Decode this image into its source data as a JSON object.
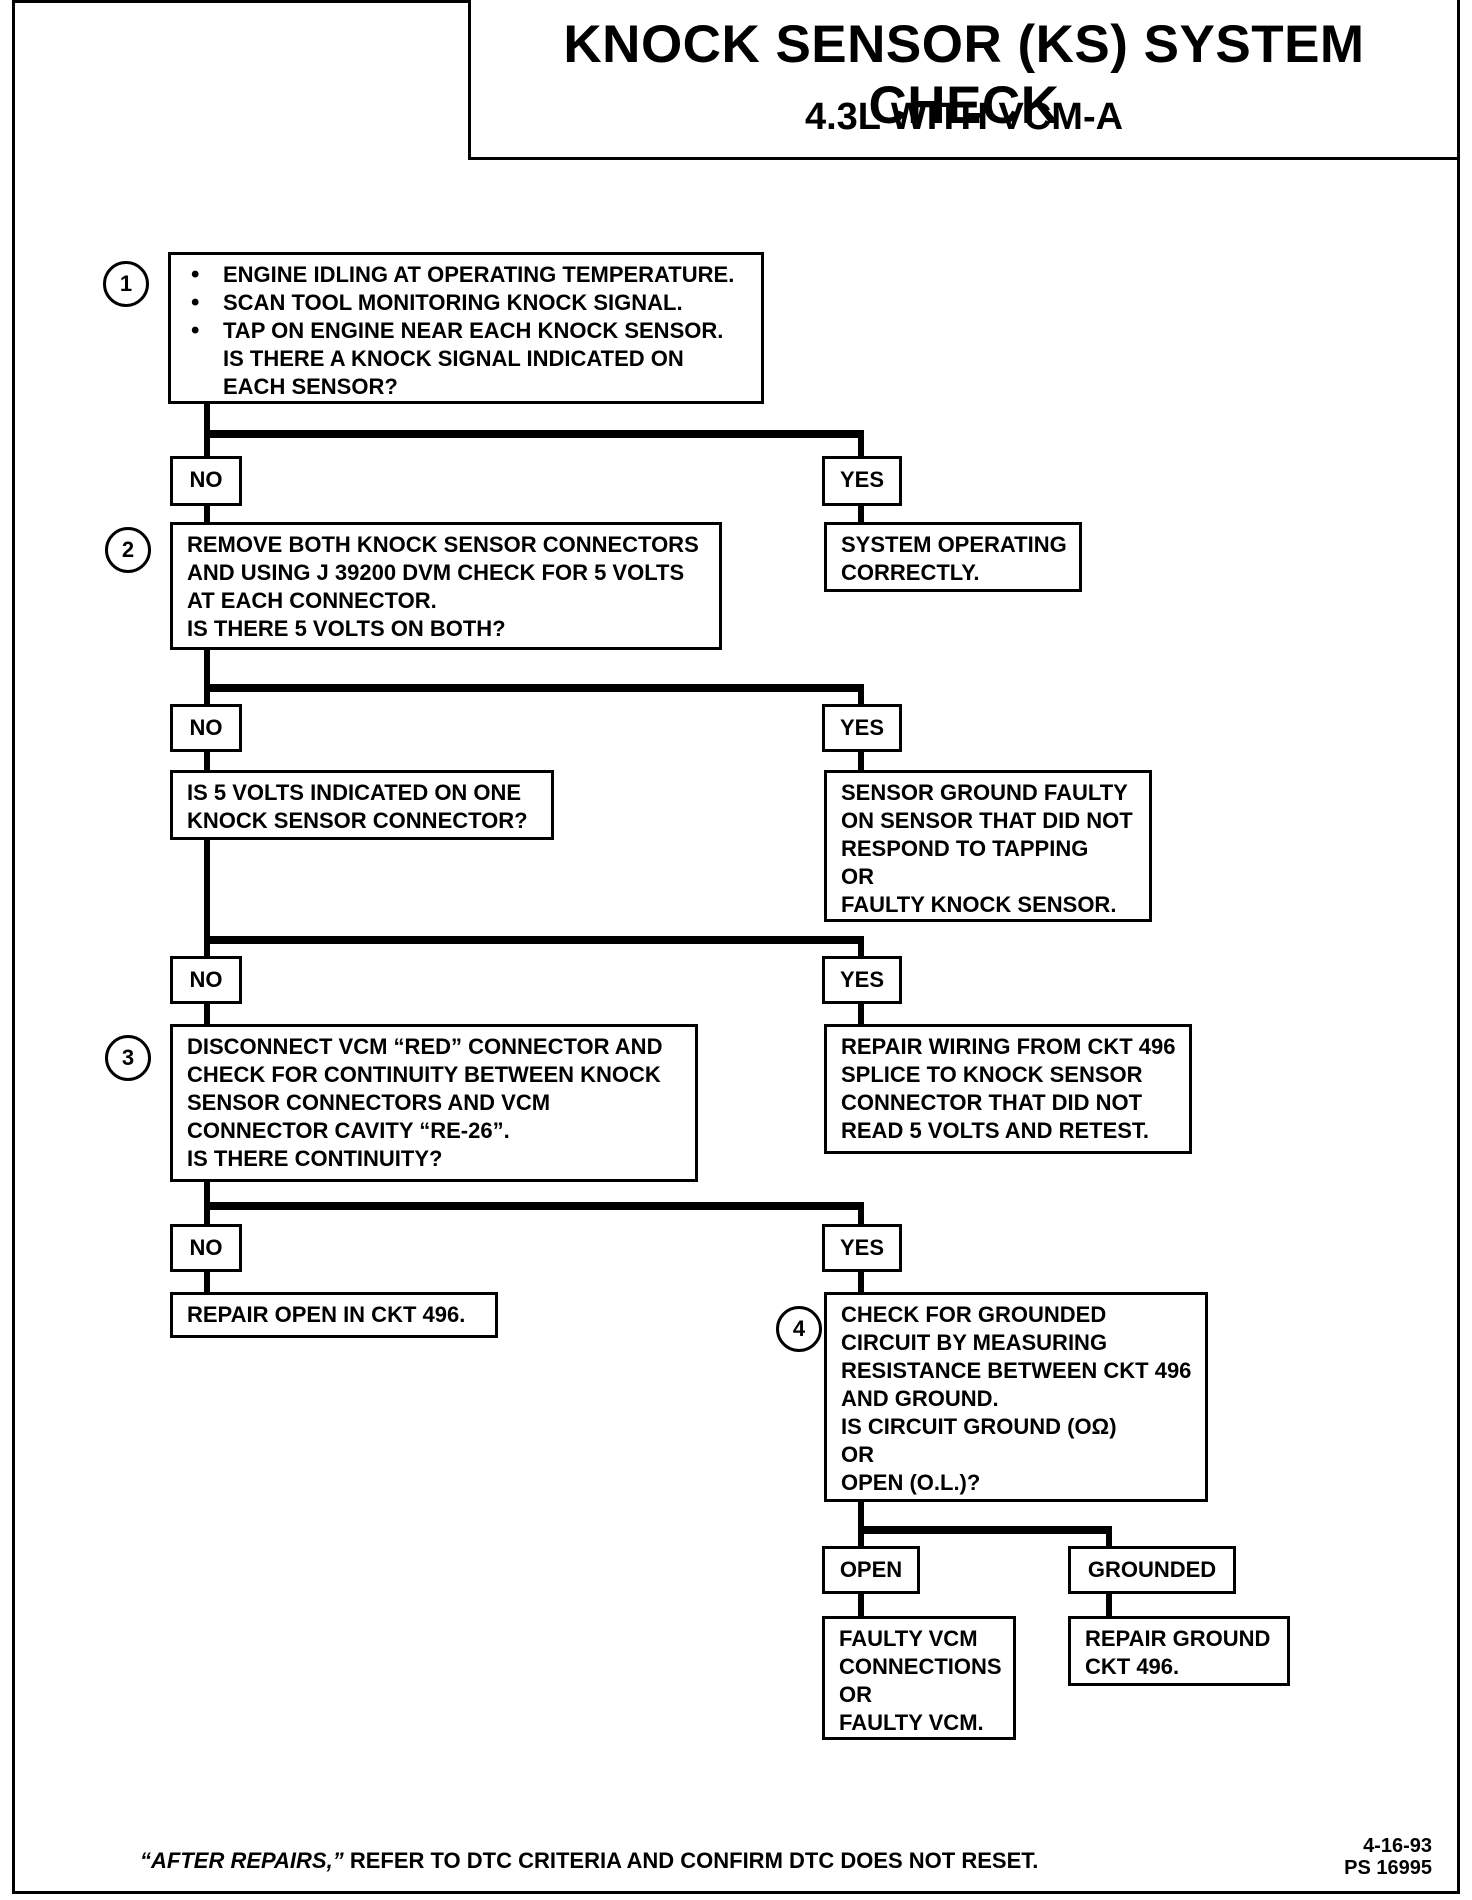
{
  "header": {
    "title": "KNOCK SENSOR (KS) SYSTEM CHECK",
    "subtitle": "4.3L WITH VCM-A"
  },
  "steps": {
    "s1": "1",
    "s2": "2",
    "s3": "3",
    "s4": "4"
  },
  "box1": {
    "bullets": [
      "ENGINE IDLING AT OPERATING TEMPERATURE.",
      "SCAN TOOL MONITORING KNOCK SIGNAL.",
      "TAP ON ENGINE NEAR EACH KNOCK SENSOR."
    ],
    "question": [
      "IS THERE A KNOCK SIGNAL INDICATED ON",
      "EACH SENSOR?"
    ]
  },
  "labels": {
    "no": "NO",
    "yes": "YES",
    "open": "OPEN",
    "grounded": "GROUNDED"
  },
  "box2": [
    "REMOVE BOTH KNOCK SENSOR CONNECTORS",
    "AND USING J 39200 DVM CHECK FOR 5 VOLTS",
    "AT EACH CONNECTOR.",
    "IS THERE 5 VOLTS ON BOTH?"
  ],
  "box_ok": [
    "SYSTEM OPERATING",
    "CORRECTLY."
  ],
  "box_one": [
    "IS 5 VOLTS INDICATED ON ONE",
    "KNOCK SENSOR CONNECTOR?"
  ],
  "box_ground": [
    "SENSOR GROUND FAULTY",
    "ON SENSOR THAT DID NOT",
    "RESPOND TO TAPPING",
    "OR",
    "FAULTY KNOCK SENSOR."
  ],
  "box3": [
    "DISCONNECT VCM “RED” CONNECTOR  AND",
    "CHECK FOR CONTINUITY BETWEEN KNOCK",
    "SENSOR CONNECTORS AND VCM",
    "CONNECTOR CAVITY “RE-26”.",
    "IS THERE CONTINUITY?"
  ],
  "box_wiring": [
    "REPAIR WIRING FROM CKT 496",
    "SPLICE TO KNOCK SENSOR",
    "CONNECTOR THAT DID NOT",
    "READ 5 VOLTS AND RETEST."
  ],
  "box_open": [
    "REPAIR OPEN IN CKT 496."
  ],
  "box4": [
    "CHECK FOR GROUNDED",
    "CIRCUIT BY MEASURING",
    "RESISTANCE BETWEEN CKT 496",
    "AND GROUND.",
    "IS CIRCUIT GROUND (OΩ)",
    "OR",
    "OPEN (O.L.)?"
  ],
  "box_vcm": [
    "FAULTY VCM",
    "CONNECTIONS",
    "OR",
    "FAULTY VCM."
  ],
  "box_repair_ground": [
    "REPAIR GROUND",
    "CKT 496."
  ],
  "footer": {
    "emph": "“AFTER REPAIRS,”",
    "text": " REFER TO DTC CRITERIA AND CONFIRM DTC DOES NOT RESET.",
    "date": "4-16-93",
    "code": "PS 16995"
  }
}
